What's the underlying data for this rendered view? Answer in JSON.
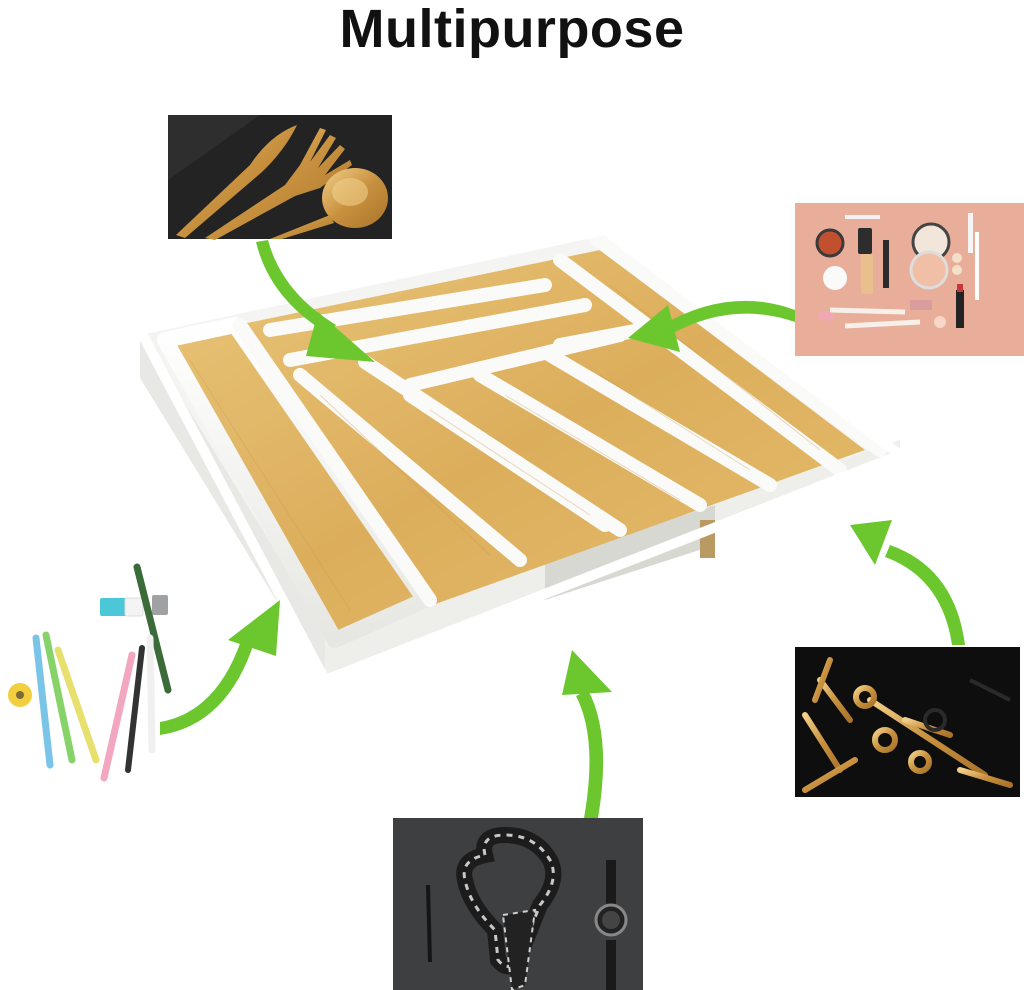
{
  "heading": {
    "text": "Multipurpose"
  },
  "colors": {
    "accent_arrow": "#6cc72f",
    "bamboo": "#e3b866",
    "tray_white": "#f7f7f5",
    "cutlery_bg": "#222222",
    "cosmetics_bg": "#e8ad98",
    "tools_bg": "#0d0d0d",
    "accessories_bg": "#3d3e40",
    "gold": "#d6a955"
  },
  "panels": [
    {
      "id": "cutlery",
      "icon": "gold-cutlery-photo"
    },
    {
      "id": "cosmetics",
      "icon": "makeup-products-photo"
    },
    {
      "id": "stationery",
      "icon": "pencils-and-eraser-photo"
    },
    {
      "id": "tools",
      "icon": "gold-wrenches-photo"
    },
    {
      "id": "accessories",
      "icon": "tie-watch-pen-photo"
    }
  ]
}
